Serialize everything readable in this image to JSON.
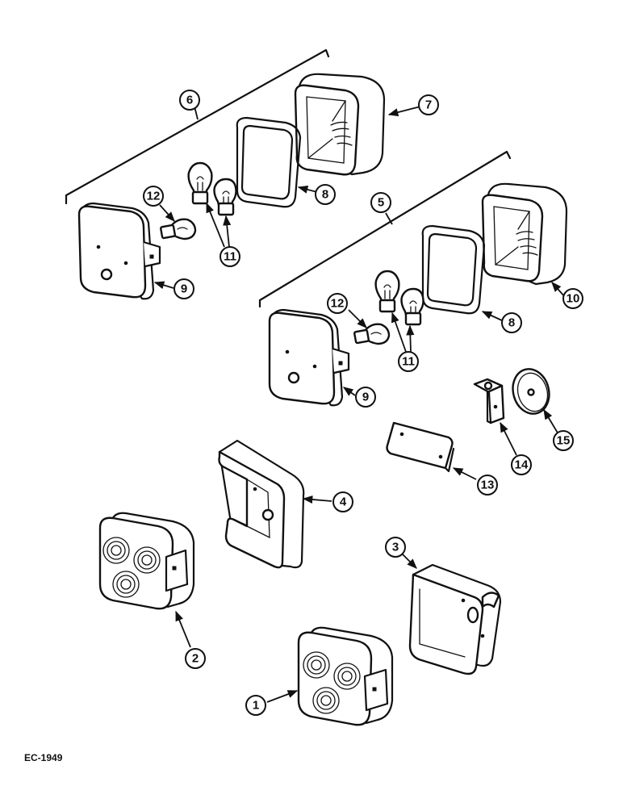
{
  "figure_code": "EC-1949",
  "callouts": {
    "c1": "1",
    "c2": "2",
    "c3": "3",
    "c4": "4",
    "c5": "5",
    "c6": "6",
    "c7": "7",
    "c8a": "8",
    "c8b": "8",
    "c9a": "9",
    "c9b": "9",
    "c10": "10",
    "c11a": "11",
    "c11b": "11",
    "c12a": "12",
    "c12b": "12",
    "c13": "13",
    "c14": "14",
    "c15": "15"
  }
}
